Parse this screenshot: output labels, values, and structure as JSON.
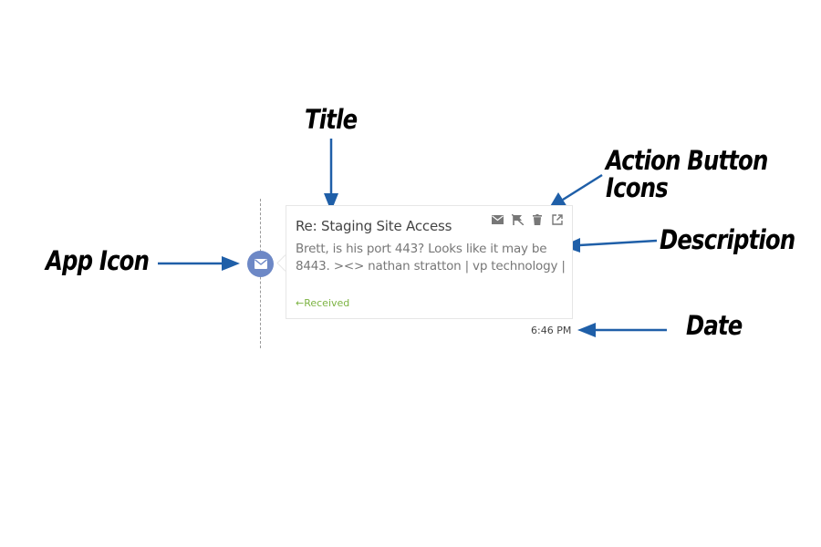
{
  "callouts": {
    "title": "Title",
    "action_buttons_line1": "Action Button",
    "action_buttons_line2": "Icons",
    "description": "Description",
    "app_icon": "App Icon",
    "date": "Date"
  },
  "notification": {
    "title": "Re: Staging Site Access",
    "description": "Brett, is his port 443? Looks like it may be 8443. ><> nathan stratton | vp technology |",
    "status": "←Received",
    "date": "6:46 PM",
    "app_icon": "mail-icon",
    "actions": [
      "mail-icon",
      "flag-icon",
      "trash-icon",
      "open-external-icon"
    ]
  },
  "colors": {
    "arrow": "#1f5fa8",
    "app_icon_bg": "#6d88c6",
    "status": "#7cb342"
  }
}
